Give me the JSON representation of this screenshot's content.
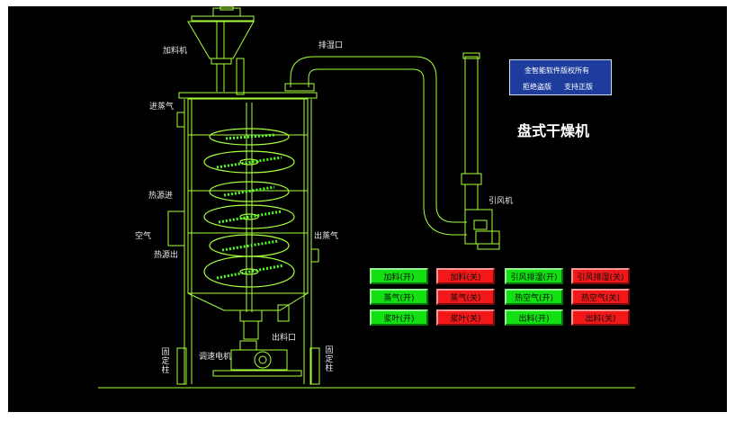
{
  "title": "盘式干燥机",
  "copyright": {
    "line1": "金智能软件版权所有",
    "line2a": "拒绝盗版",
    "line2b": "支持正版"
  },
  "labels": {
    "feeder": "加料机",
    "steam_in": "进蒸气",
    "heat_in": "热源进",
    "air": "空气",
    "heat_out": "热源出",
    "steam_out": "出蒸气",
    "humid_outlet": "排湿口",
    "induced_fan": "引风机",
    "discharge": "出料口",
    "motor": "调速电机",
    "fixed_col_left": "固定柱",
    "fixed_col_right": "固定柱"
  },
  "buttons": [
    {
      "label": "加料(开)",
      "state": "on"
    },
    {
      "label": "加料(关)",
      "state": "off"
    },
    {
      "label": "引风排湿(开)",
      "state": "on"
    },
    {
      "label": "引风排湿(关)",
      "state": "off"
    },
    {
      "label": "蒸气(开)",
      "state": "on"
    },
    {
      "label": "蒸气(关)",
      "state": "off"
    },
    {
      "label": "热空气(开)",
      "state": "on"
    },
    {
      "label": "热空气(关)",
      "state": "off"
    },
    {
      "label": "浆叶(开)",
      "state": "on"
    },
    {
      "label": "浆叶(关)",
      "state": "off"
    },
    {
      "label": "出料(开)",
      "state": "on"
    },
    {
      "label": "出料(关)",
      "state": "off"
    }
  ],
  "colors": {
    "background": "#000000",
    "line": "#a8ff3c",
    "on": "#12e012",
    "off": "#f01818",
    "copyright_bg": "#1e3c9c"
  }
}
